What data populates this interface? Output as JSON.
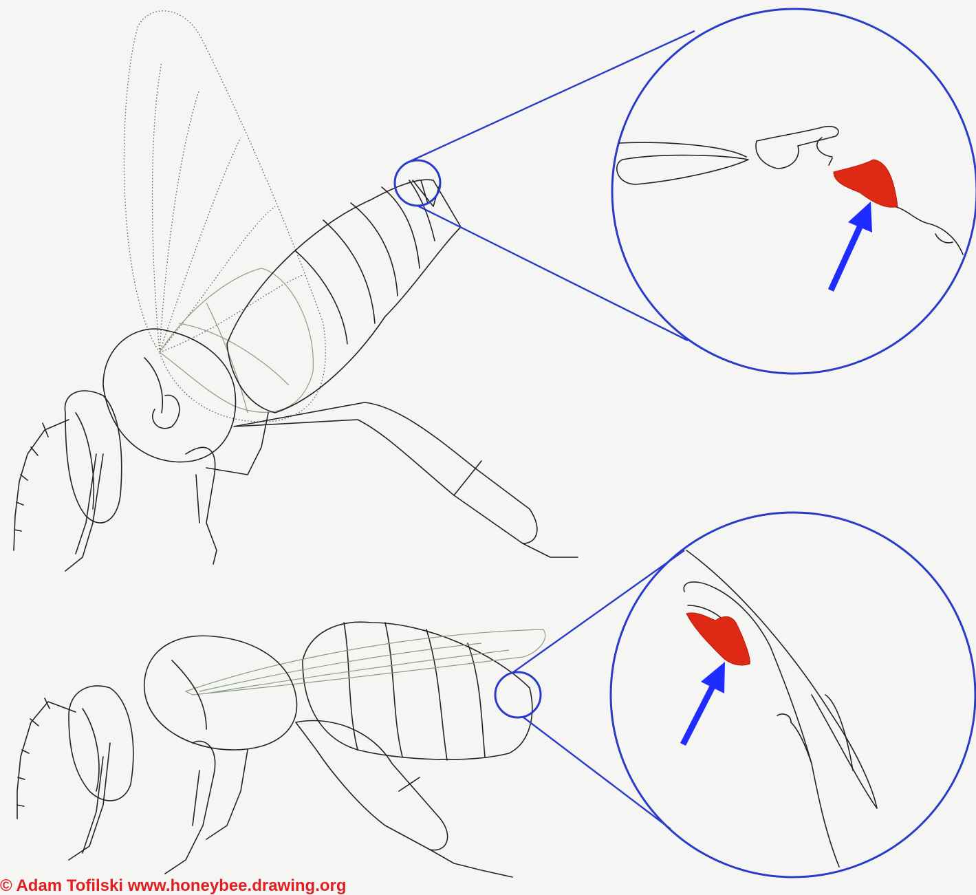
{
  "credit": "© Adam Tofilski  www.honeybee.drawing.org",
  "colors": {
    "background": "#f5f6f4",
    "outline": "#222222",
    "magnifier": "#2a3bc8",
    "gland": "#de2a14",
    "arrow": "#1e2cff",
    "credit": "#e02020"
  },
  "panels": [
    {
      "name": "top-bee",
      "pose": "abdomen-raised"
    },
    {
      "name": "bottom-bee",
      "pose": "resting"
    }
  ]
}
